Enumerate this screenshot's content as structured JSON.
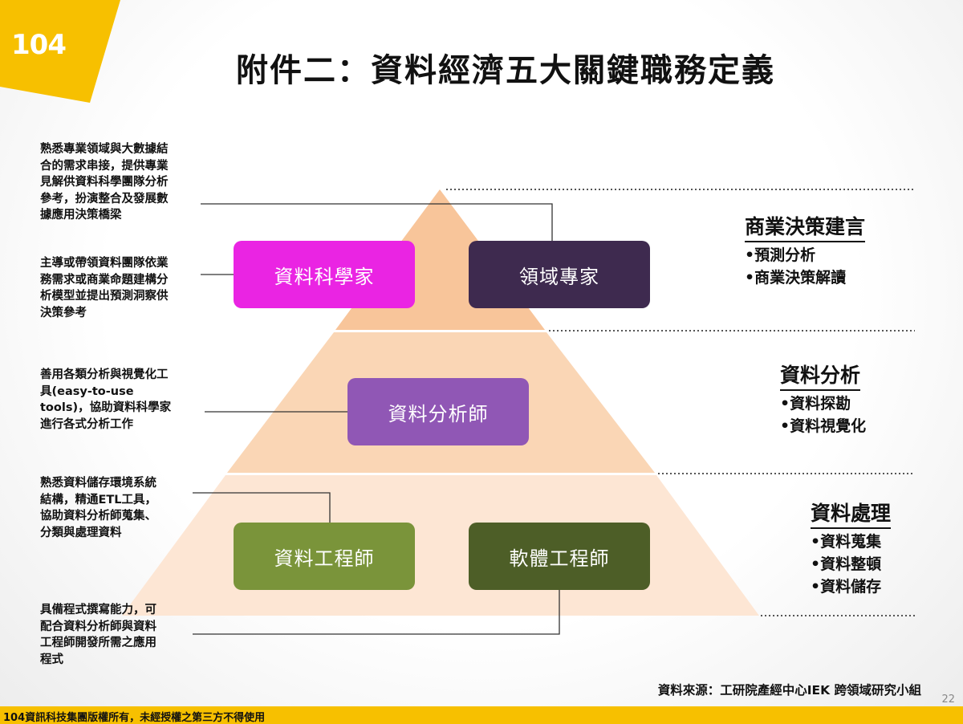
{
  "logo": {
    "text": "104",
    "color": "#f7c000"
  },
  "title": "附件二：資料經濟五大關鍵職務定義",
  "roles": {
    "data_scientist": {
      "label": "資料科學家",
      "color": "#ea24e3"
    },
    "domain_expert": {
      "label": "領域專家",
      "color": "#3e2a4f"
    },
    "data_analyst": {
      "label": "資料分析師",
      "color": "#9057b5"
    },
    "data_engineer": {
      "label": "資料工程師",
      "color": "#7a943a"
    },
    "software_engineer": {
      "label": "軟體工程師",
      "color": "#4d5e27"
    }
  },
  "descriptions": {
    "domain_expert": [
      "熟悉專業領域與大數據結",
      "合的需求串接，提供專業",
      "見解供資料科學團隊分析",
      "參考，扮演整合及發展數",
      "據應用決策橋梁"
    ],
    "data_scientist": [
      "主導或帶領資料團隊依業",
      "務需求或商業命題建構分",
      "析模型並提出預測洞察供",
      "決策參考"
    ],
    "data_analyst": [
      "善用各類分析與視覺化工",
      "具(easy-to-use",
      "tools)，協助資料科學家",
      "進行各式分析工作"
    ],
    "data_engineer": [
      "熟悉資料儲存環境系統",
      "結構，精通ETL工具，",
      "協助資料分析師蒐集、",
      "分類與處理資料"
    ],
    "software_engineer": [
      "具備程式撰寫能力，可",
      "配合資料分析師與資料",
      "工程師開發所需之應用",
      "程式"
    ]
  },
  "categories": {
    "business": {
      "title": "商業決策建言",
      "items": [
        "•預測分析",
        "•商業決策解讀"
      ]
    },
    "analysis": {
      "title": "資料分析",
      "items": [
        "•資料探勘",
        "•資料視覺化"
      ]
    },
    "processing": {
      "title": "資料處理",
      "items": [
        "•資料蒐集",
        "•資料整頓",
        "•資料儲存"
      ]
    }
  },
  "pyramid_colors": {
    "top": "#f8c59a",
    "middle": "#fad6b5",
    "bottom": "#fde6d4"
  },
  "source": "資料來源：工研院產經中心IEK 跨領域研究小組",
  "page_number": "22",
  "footer": {
    "text": "104資訊科技集團版權所有，未經授權之第三方不得使用",
    "color": "#f7c000"
  }
}
